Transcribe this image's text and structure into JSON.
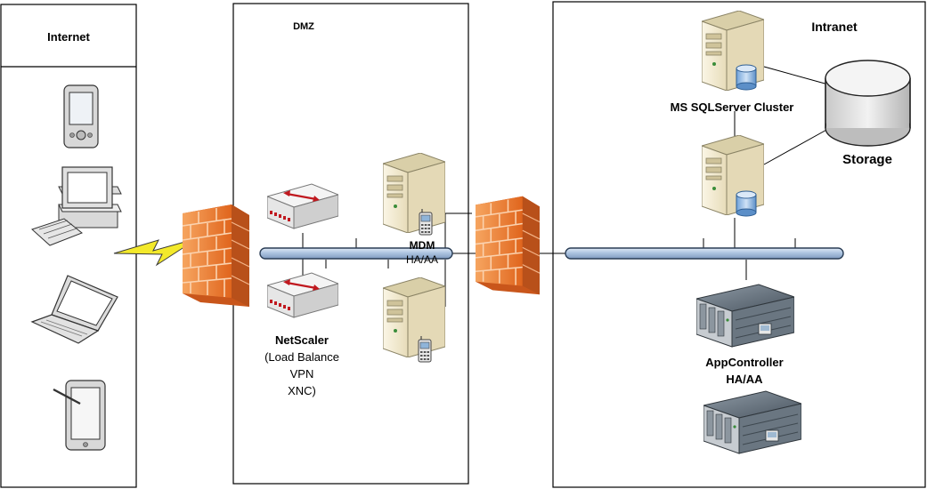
{
  "zones": {
    "internet": "Internet",
    "dmz": "DMZ",
    "intranet": "Intranet"
  },
  "labels": {
    "mdm": "MDM",
    "mdm_ha": "HA/AA",
    "netscaler": "NetScaler",
    "netscaler_line1": "(Load Balance",
    "netscaler_line2": "VPN",
    "netscaler_line3": "XNC)",
    "sql_cluster": "MS SQLServer Cluster",
    "storage": "Storage",
    "appcontroller": "AppController",
    "appcontroller_ha": "HA/AA"
  },
  "colors": {
    "firewall": "#f07a2a",
    "bus": "#b8cce4",
    "server_body": "#f1ead2",
    "rack_body": "#5d6a75",
    "lightning": "#f3e92b"
  }
}
